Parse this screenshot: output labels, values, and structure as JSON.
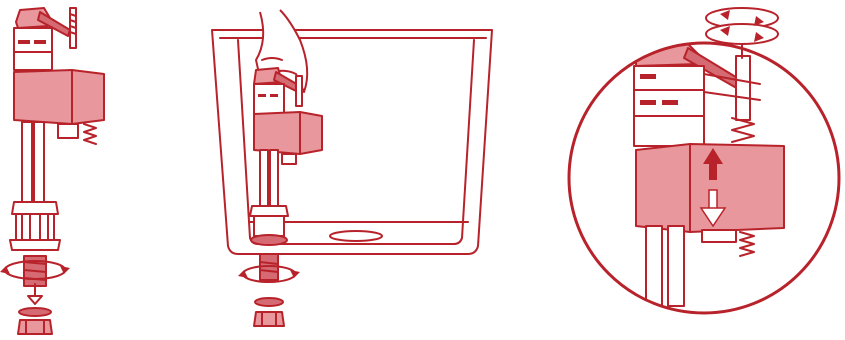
{
  "figure": {
    "panels": [
      {
        "name": "step-1-valve-removal"
      },
      {
        "name": "step-2-tank-installation"
      },
      {
        "name": "step-3-height-adjustment-detail"
      }
    ],
    "colors": {
      "line": "#b8232b",
      "fill": "#e8989c",
      "fill_dark": "#d56a72",
      "fill_light": "#f6d0d2",
      "background": "#ffffff"
    },
    "icons": [
      "rotate-arrow-icon",
      "down-arrow-icon",
      "up-arrow-icon",
      "twist-arrows-icon"
    ]
  }
}
